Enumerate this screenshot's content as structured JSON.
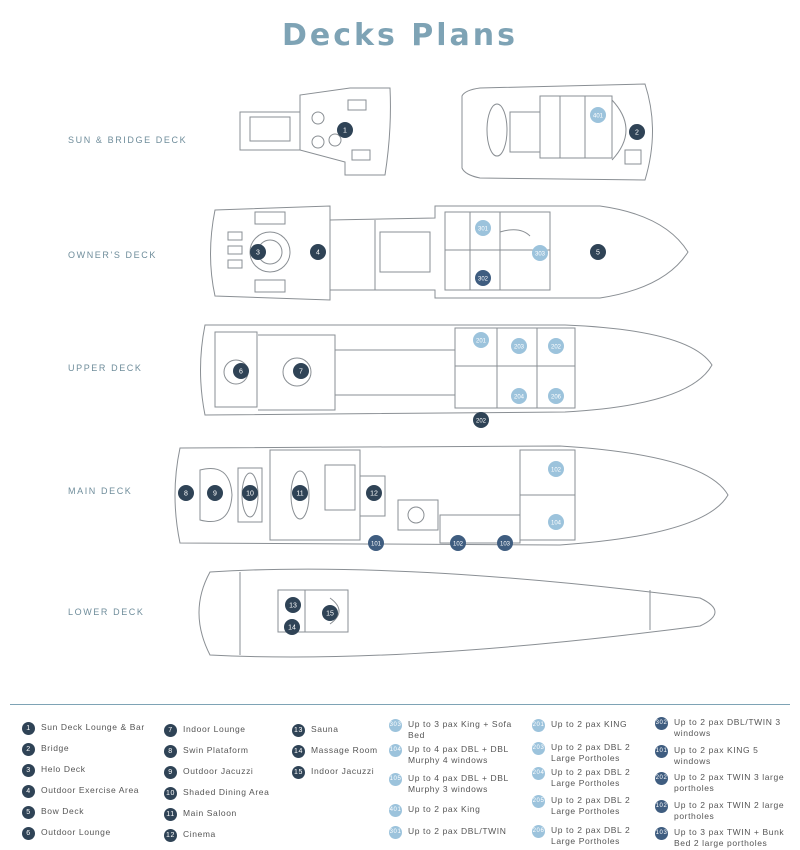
{
  "title": "Decks Plans",
  "decks": [
    {
      "name": "SUN & BRIDGE DECK"
    },
    {
      "name": "OWNER'S DECK"
    },
    {
      "name": "UPPER DECK"
    },
    {
      "name": "MAIN DECK"
    },
    {
      "name": "LOWER DECK"
    }
  ],
  "markers": {
    "sun": [
      "1",
      "401",
      "2"
    ],
    "owner": [
      "3",
      "4",
      "301",
      "302",
      "303",
      "5"
    ],
    "upper": [
      "6",
      "7",
      "201",
      "203",
      "202",
      "204",
      "206",
      "202"
    ],
    "main": [
      "8",
      "9",
      "10",
      "11",
      "12",
      "102",
      "104",
      "101",
      "102",
      "103"
    ],
    "lower": [
      "13",
      "14",
      "15"
    ]
  },
  "legend": {
    "col1": [
      {
        "num": "1",
        "label": "Sun Deck Lounge & Bar"
      },
      {
        "num": "2",
        "label": "Bridge"
      },
      {
        "num": "3",
        "label": "Helo Deck"
      },
      {
        "num": "4",
        "label": "Outdoor Exercise Area"
      },
      {
        "num": "5",
        "label": "Bow Deck"
      },
      {
        "num": "6",
        "label": "Outdoor Lounge"
      }
    ],
    "col2": [
      {
        "num": "7",
        "label": "Indoor Lounge"
      },
      {
        "num": "8",
        "label": "Swin Plataform"
      },
      {
        "num": "9",
        "label": "Outdoor Jacuzzi"
      },
      {
        "num": "10",
        "label": "Shaded Dining Area"
      },
      {
        "num": "11",
        "label": "Main Saloon"
      },
      {
        "num": "12",
        "label": "Cinema"
      }
    ],
    "col3": [
      {
        "num": "13",
        "label": "Sauna"
      },
      {
        "num": "14",
        "label": "Massage Room"
      },
      {
        "num": "15",
        "label": "Indoor Jacuzzi"
      }
    ],
    "col4": [
      {
        "num": "303",
        "label": "Up to 3 pax King + Sofa Bed"
      },
      {
        "num": "104",
        "label": "Up to 4 pax DBL + DBL Murphy 4 windows"
      },
      {
        "num": "105",
        "label": "Up to 4 pax DBL + DBL Murphy 3 windows"
      },
      {
        "num": "401",
        "label": "Up to 2 pax King"
      },
      {
        "num": "301",
        "label": "Up to 2 pax DBL/TWIN"
      }
    ],
    "col5": [
      {
        "num": "201",
        "label": "Up to 2 pax KING"
      },
      {
        "num": "203",
        "label": "Up to 2 pax DBL 2 Large Portholes"
      },
      {
        "num": "204",
        "label": "Up to 2 pax DBL 2 Large Portholes"
      },
      {
        "num": "205",
        "label": "Up to 2 pax DBL 2 Large Portholes"
      },
      {
        "num": "206",
        "label": "Up to 2 pax DBL 2 Large Portholes"
      }
    ],
    "col6": [
      {
        "num": "302",
        "label": "Up to 2 pax DBL/TWIN 3 windows"
      },
      {
        "num": "101",
        "label": "Up to 2 pax KING 5 windows"
      },
      {
        "num": "202",
        "label": "Up to 2 pax TWIN 3 large portholes"
      },
      {
        "num": "102",
        "label": "Up to 2 pax TWIN 2 large portholes"
      },
      {
        "num": "103",
        "label": "Up to 3 pax TWIN + Bunk Bed 2 large portholes"
      }
    ]
  },
  "colors": {
    "title": "#7ea3b5",
    "marker_dark": "#2f4356",
    "marker_light": "#9cc3dc",
    "marker_mid": "#3f5d80"
  }
}
